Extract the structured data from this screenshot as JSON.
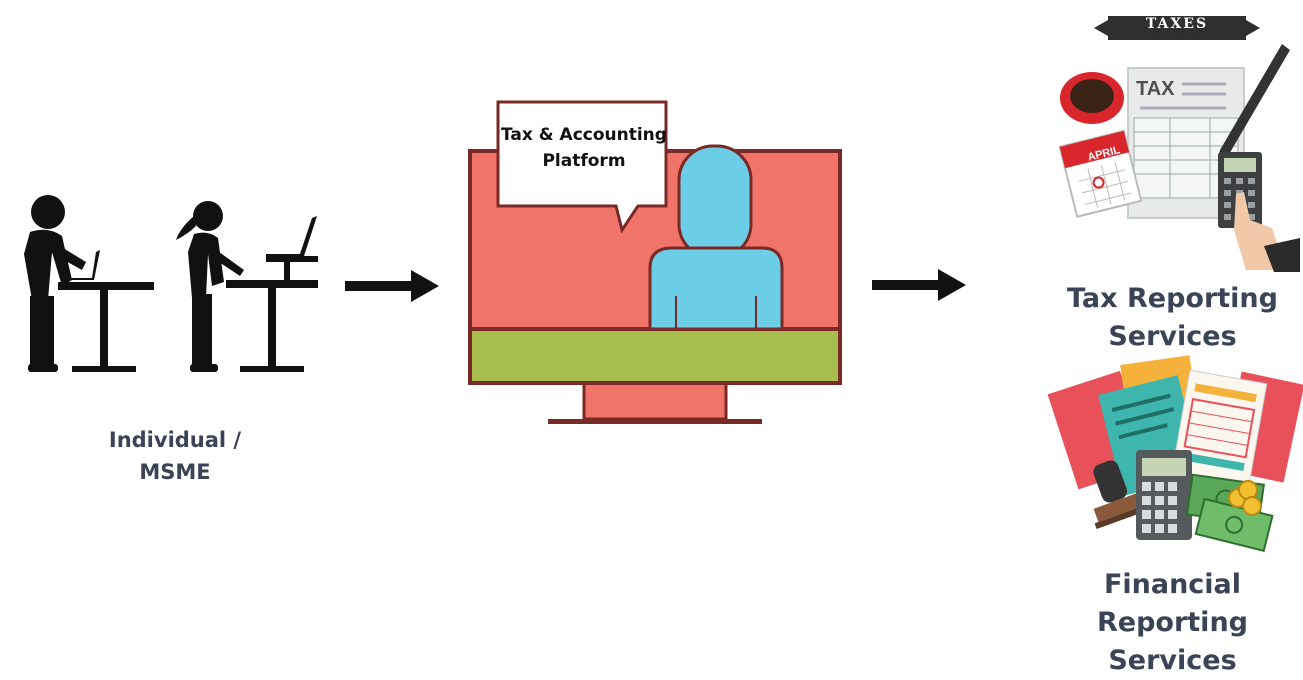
{
  "left_group": {
    "label_line1": "Individual /",
    "label_line2": "MSME"
  },
  "platform": {
    "bubble_line1": "Tax & Accounting",
    "bubble_line2": "Platform"
  },
  "tax_reporting": {
    "banner_title": "TAXES",
    "banner_subtitle": "illustration",
    "form_title": "TAX",
    "calendar_month": "APRIL",
    "label_line1": "Tax Reporting",
    "label_line2": "Services"
  },
  "financial_reporting": {
    "label_line1": "Financial",
    "label_line2": "Reporting",
    "label_line3": "Services"
  },
  "colors": {
    "label_text": "#3b4356",
    "monitor_red": "#f07469",
    "monitor_outline": "#7a2a26",
    "monitor_bar": "#a7bd4e",
    "person_blue": "#6ccde6",
    "arrow": "#111111"
  }
}
